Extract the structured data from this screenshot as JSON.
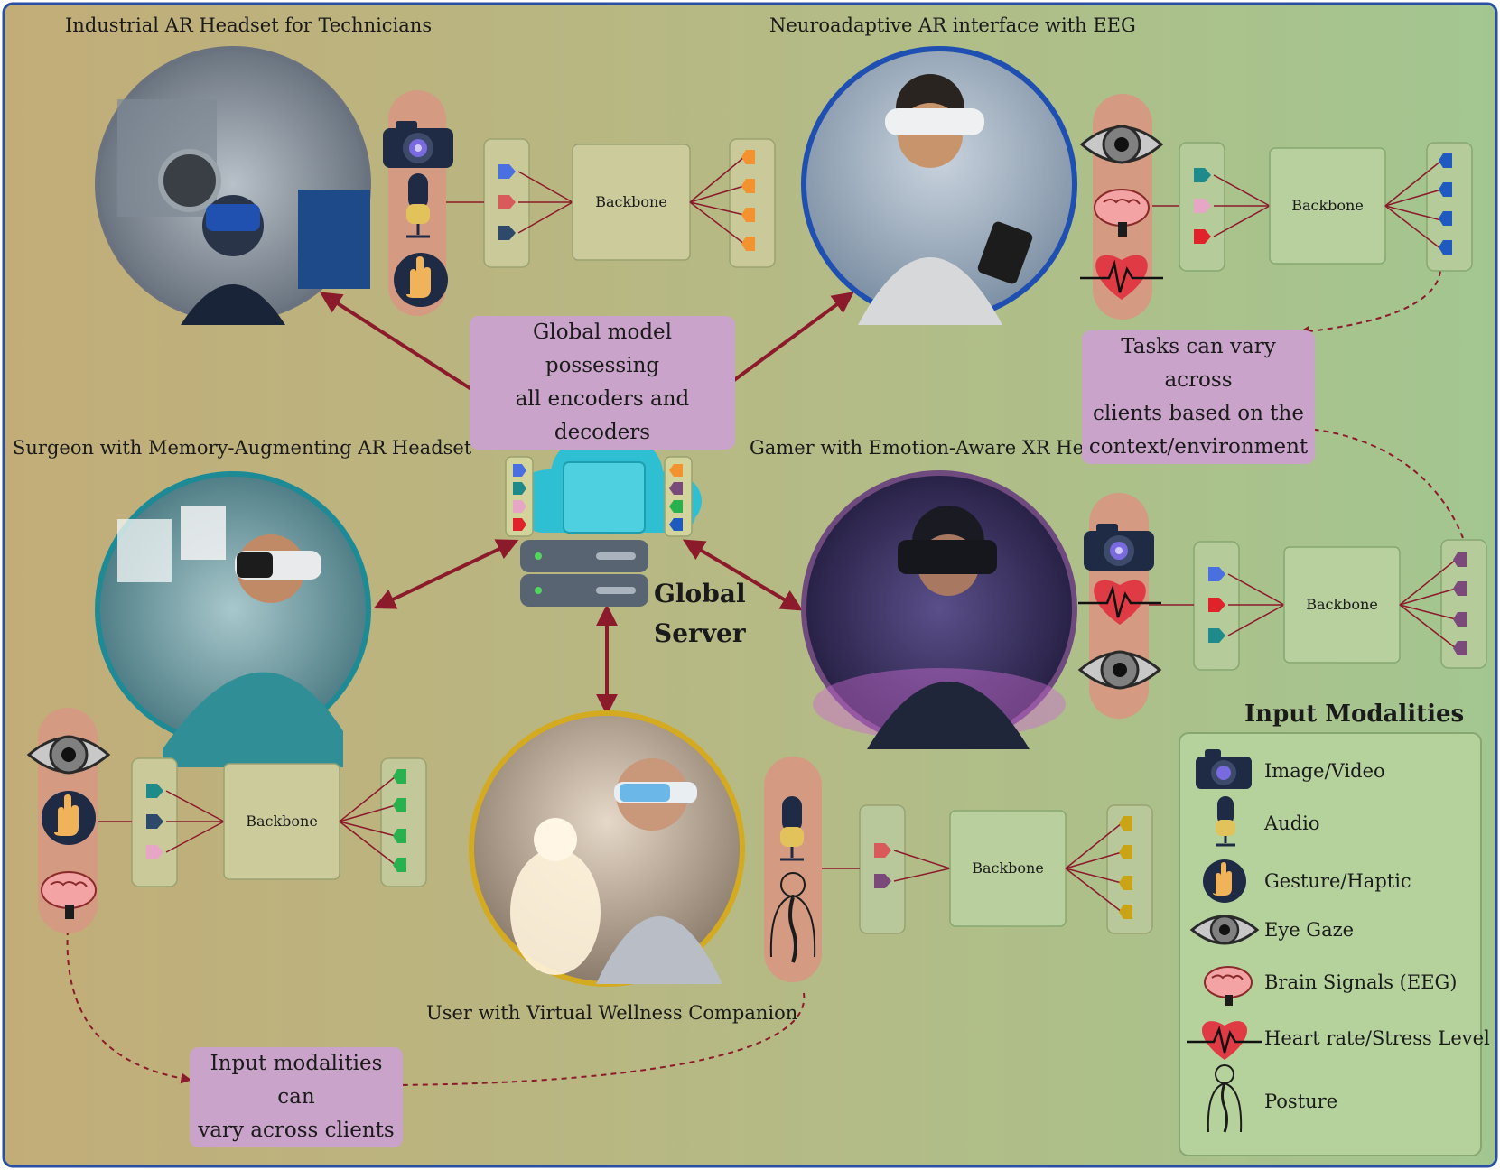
{
  "clients": {
    "technician": {
      "title": "Industrial AR Headset for Technicians"
    },
    "eeg": {
      "title": "Neuroadaptive AR interface with EEG"
    },
    "surgeon": {
      "title": "Surgeon with Memory-Augmenting AR Headset"
    },
    "gamer": {
      "title": "Gamer with Emotion-Aware XR Headset"
    },
    "wellness": {
      "title": "User with Virtual Wellness Companion"
    }
  },
  "backbone_label": "Backbone",
  "server": {
    "line1": "Global",
    "line2": "Server"
  },
  "callouts": {
    "global_model": {
      "line1": "Global model possessing",
      "line2": "all encoders and decoders"
    },
    "tasks": {
      "line1": "Tasks can vary across",
      "line2": "clients based on the",
      "line3": "context/environment"
    },
    "inputs": {
      "line1": "Input modalities can",
      "line2": "vary across clients"
    }
  },
  "legend": {
    "title": "Input Modalities",
    "items": [
      "Image/Video",
      "Audio",
      "Gesture/Haptic",
      "Eye Gaze",
      "Brain Signals (EEG)",
      "Heart rate/Stress Level",
      "Posture"
    ]
  },
  "colors": {
    "arrow": "#8b1a2b",
    "callout": "#c9a3c9",
    "modality_pill": "#d49a82",
    "frame": "#2a4fa0"
  }
}
